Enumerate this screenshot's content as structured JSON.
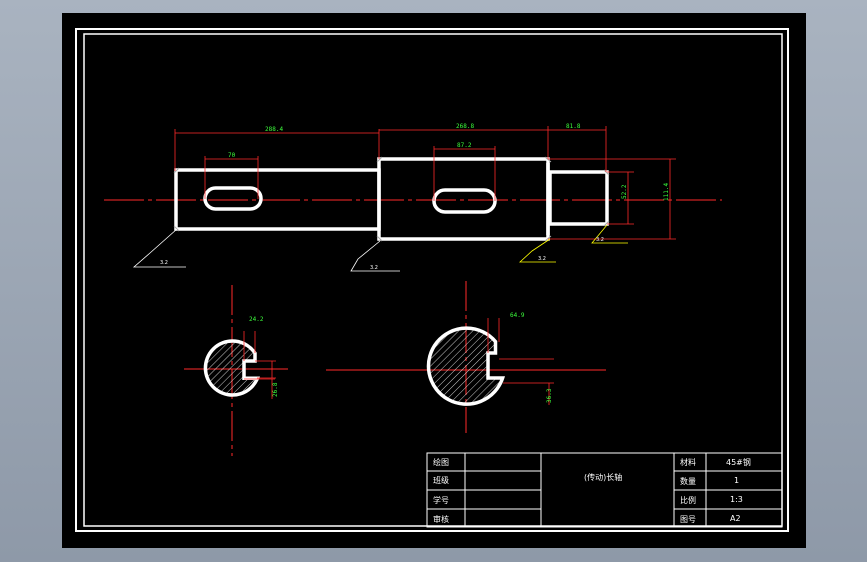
{
  "colors": {
    "background": "#000000",
    "outline": "#ffffff",
    "centerline": "#ff2a2a",
    "dimension": "#3cff3c",
    "leader": "#ffff00"
  },
  "dimensions": {
    "left_length": "288.4",
    "left_key": "70",
    "mid_length": "268.8",
    "mid_key": "87.2",
    "right_length": "81.8",
    "right_dia": "52.2",
    "overall_dia": "111.4",
    "sec1_width": "24.2",
    "sec1_depth": "26.8",
    "sec2_width": "64.9",
    "sec2_depth": "36.3"
  },
  "roughness": [
    "3.2",
    "3.2",
    "3.2",
    "3.2"
  ],
  "title_block": {
    "draw": "绘图",
    "class": "班级",
    "student_no": "学号",
    "review": "审核",
    "part_name": "(传动)长轴",
    "material_label": "材料",
    "material_value": "45#钢",
    "qty_label": "数量",
    "qty_value": "1",
    "scale_label": "比例",
    "scale_value": "1:3",
    "drawing_no_label": "图号",
    "drawing_no_value": "A2"
  }
}
